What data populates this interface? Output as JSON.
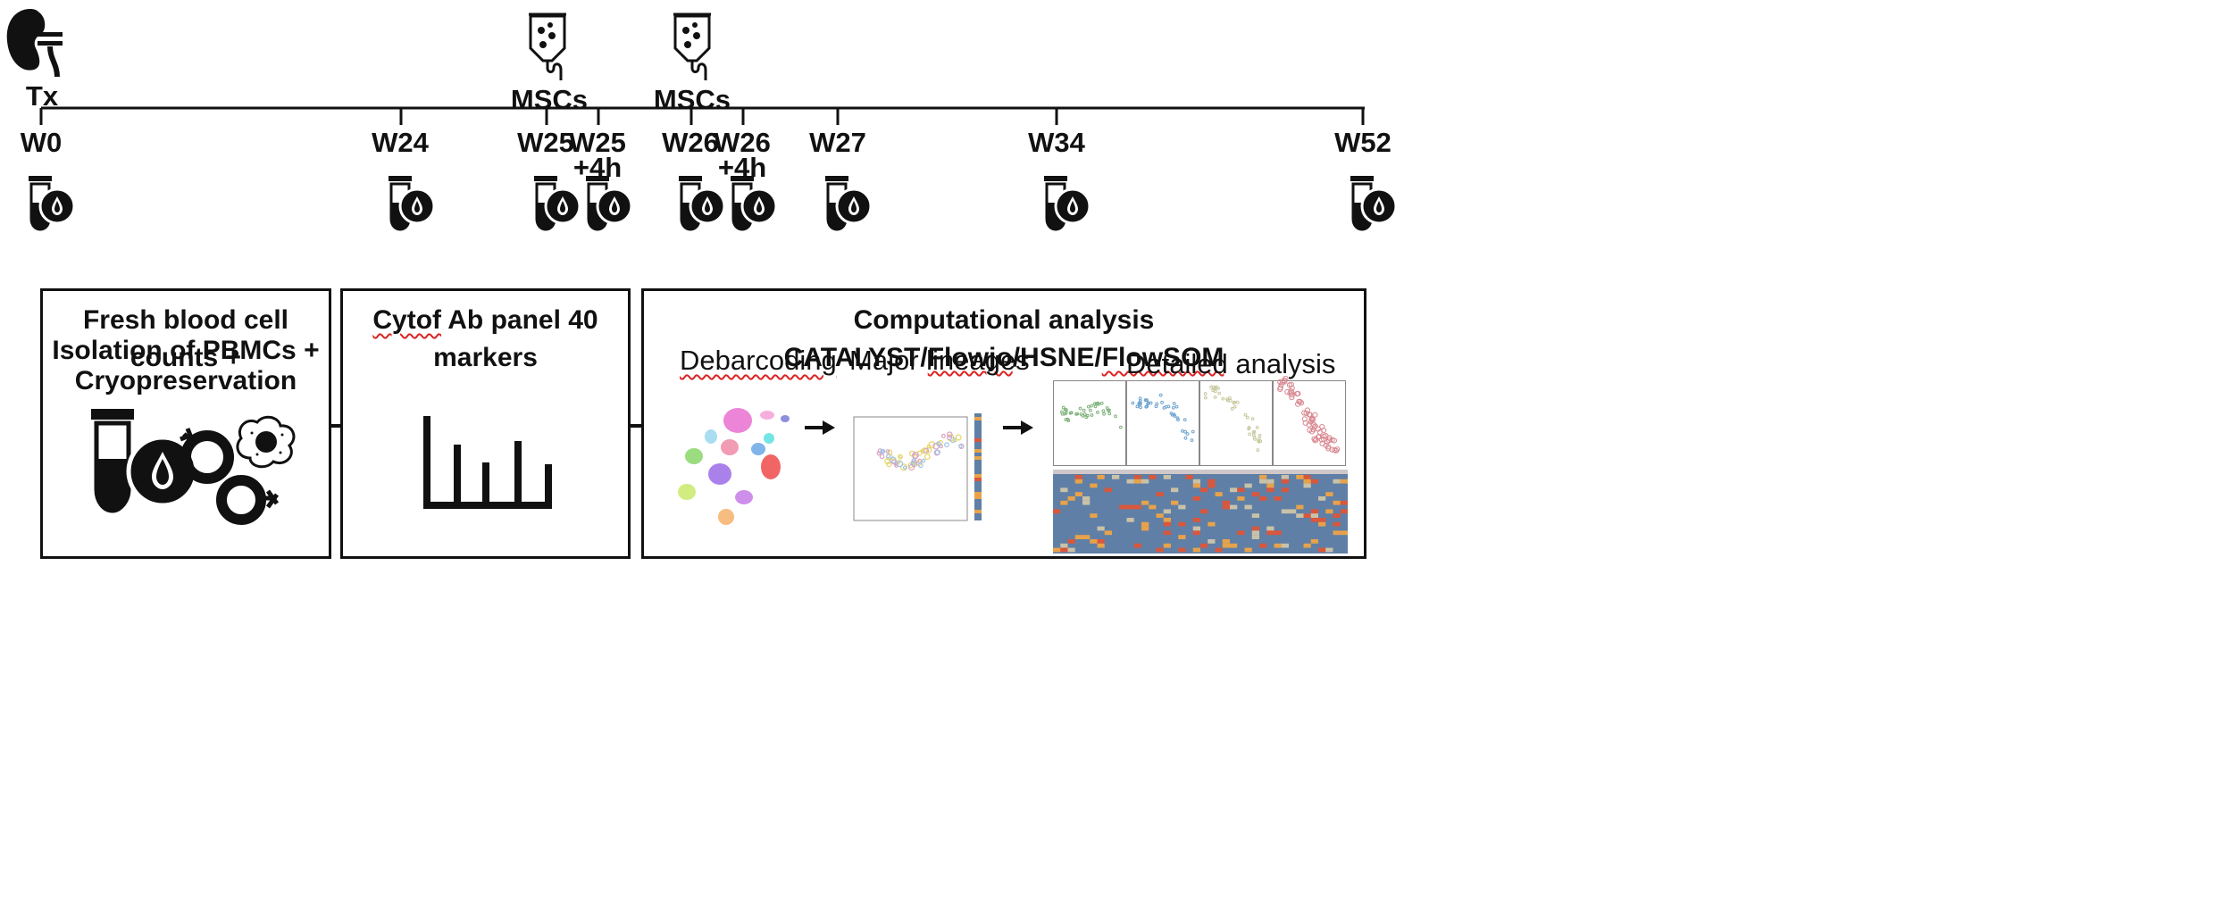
{
  "timeline": {
    "transplant_label": "Tx",
    "infusions": [
      {
        "label": "MSCs",
        "week": "W25"
      },
      {
        "label": "MSCs",
        "week": "W26"
      }
    ],
    "time_points": [
      {
        "week": "W0",
        "offset": ""
      },
      {
        "week": "W24",
        "offset": ""
      },
      {
        "week": "W25",
        "offset": ""
      },
      {
        "week": "W25",
        "offset": "+4h"
      },
      {
        "week": "W26",
        "offset": ""
      },
      {
        "week": "W26",
        "offset": "+4h"
      },
      {
        "week": "W27",
        "offset": ""
      },
      {
        "week": "W34",
        "offset": ""
      },
      {
        "week": "W52",
        "offset": ""
      }
    ],
    "blood_sample_icon": "blood-tube-icon",
    "infusion_icon": "iv-bag-icon",
    "transplant_icon": "kidney-icon"
  },
  "workflow": {
    "step1": {
      "title_lines": [
        "Fresh blood cell counts +",
        "Isolation of PBMCs +",
        "Cryopreservation"
      ],
      "icons": [
        "blood-tube-icon",
        "lymphocyte-icon",
        "macrophage-icon"
      ]
    },
    "step2": {
      "title_prefix": "Cytof",
      "title_rest": " Ab panel 40 markers",
      "icon": "bar-chart-icon"
    },
    "step3": {
      "title_parts": [
        "Computational analysis CATALYST/",
        "Flowjo",
        "/HSNE/",
        "FlowSOM"
      ],
      "substeps": [
        "Debarcoding",
        "Major lineages",
        "Detailed analysis"
      ]
    },
    "arrow_icon": "right-arrow-icon",
    "colors": {
      "cluster_palette": [
        "#e96fd0",
        "#f4a0d8",
        "#9ad7f0",
        "#8ad66b",
        "#f08aa8",
        "#6aa8e6",
        "#9b6be8",
        "#ef4a4a",
        "#c9e96a",
        "#c57be8",
        "#f4b06a",
        "#5ae0e0",
        "#7a7ad8"
      ],
      "heatmap_blue": "#5f7fa6",
      "heatmap_red": "#d9573c",
      "heatmap_orange": "#e7a24a"
    }
  }
}
